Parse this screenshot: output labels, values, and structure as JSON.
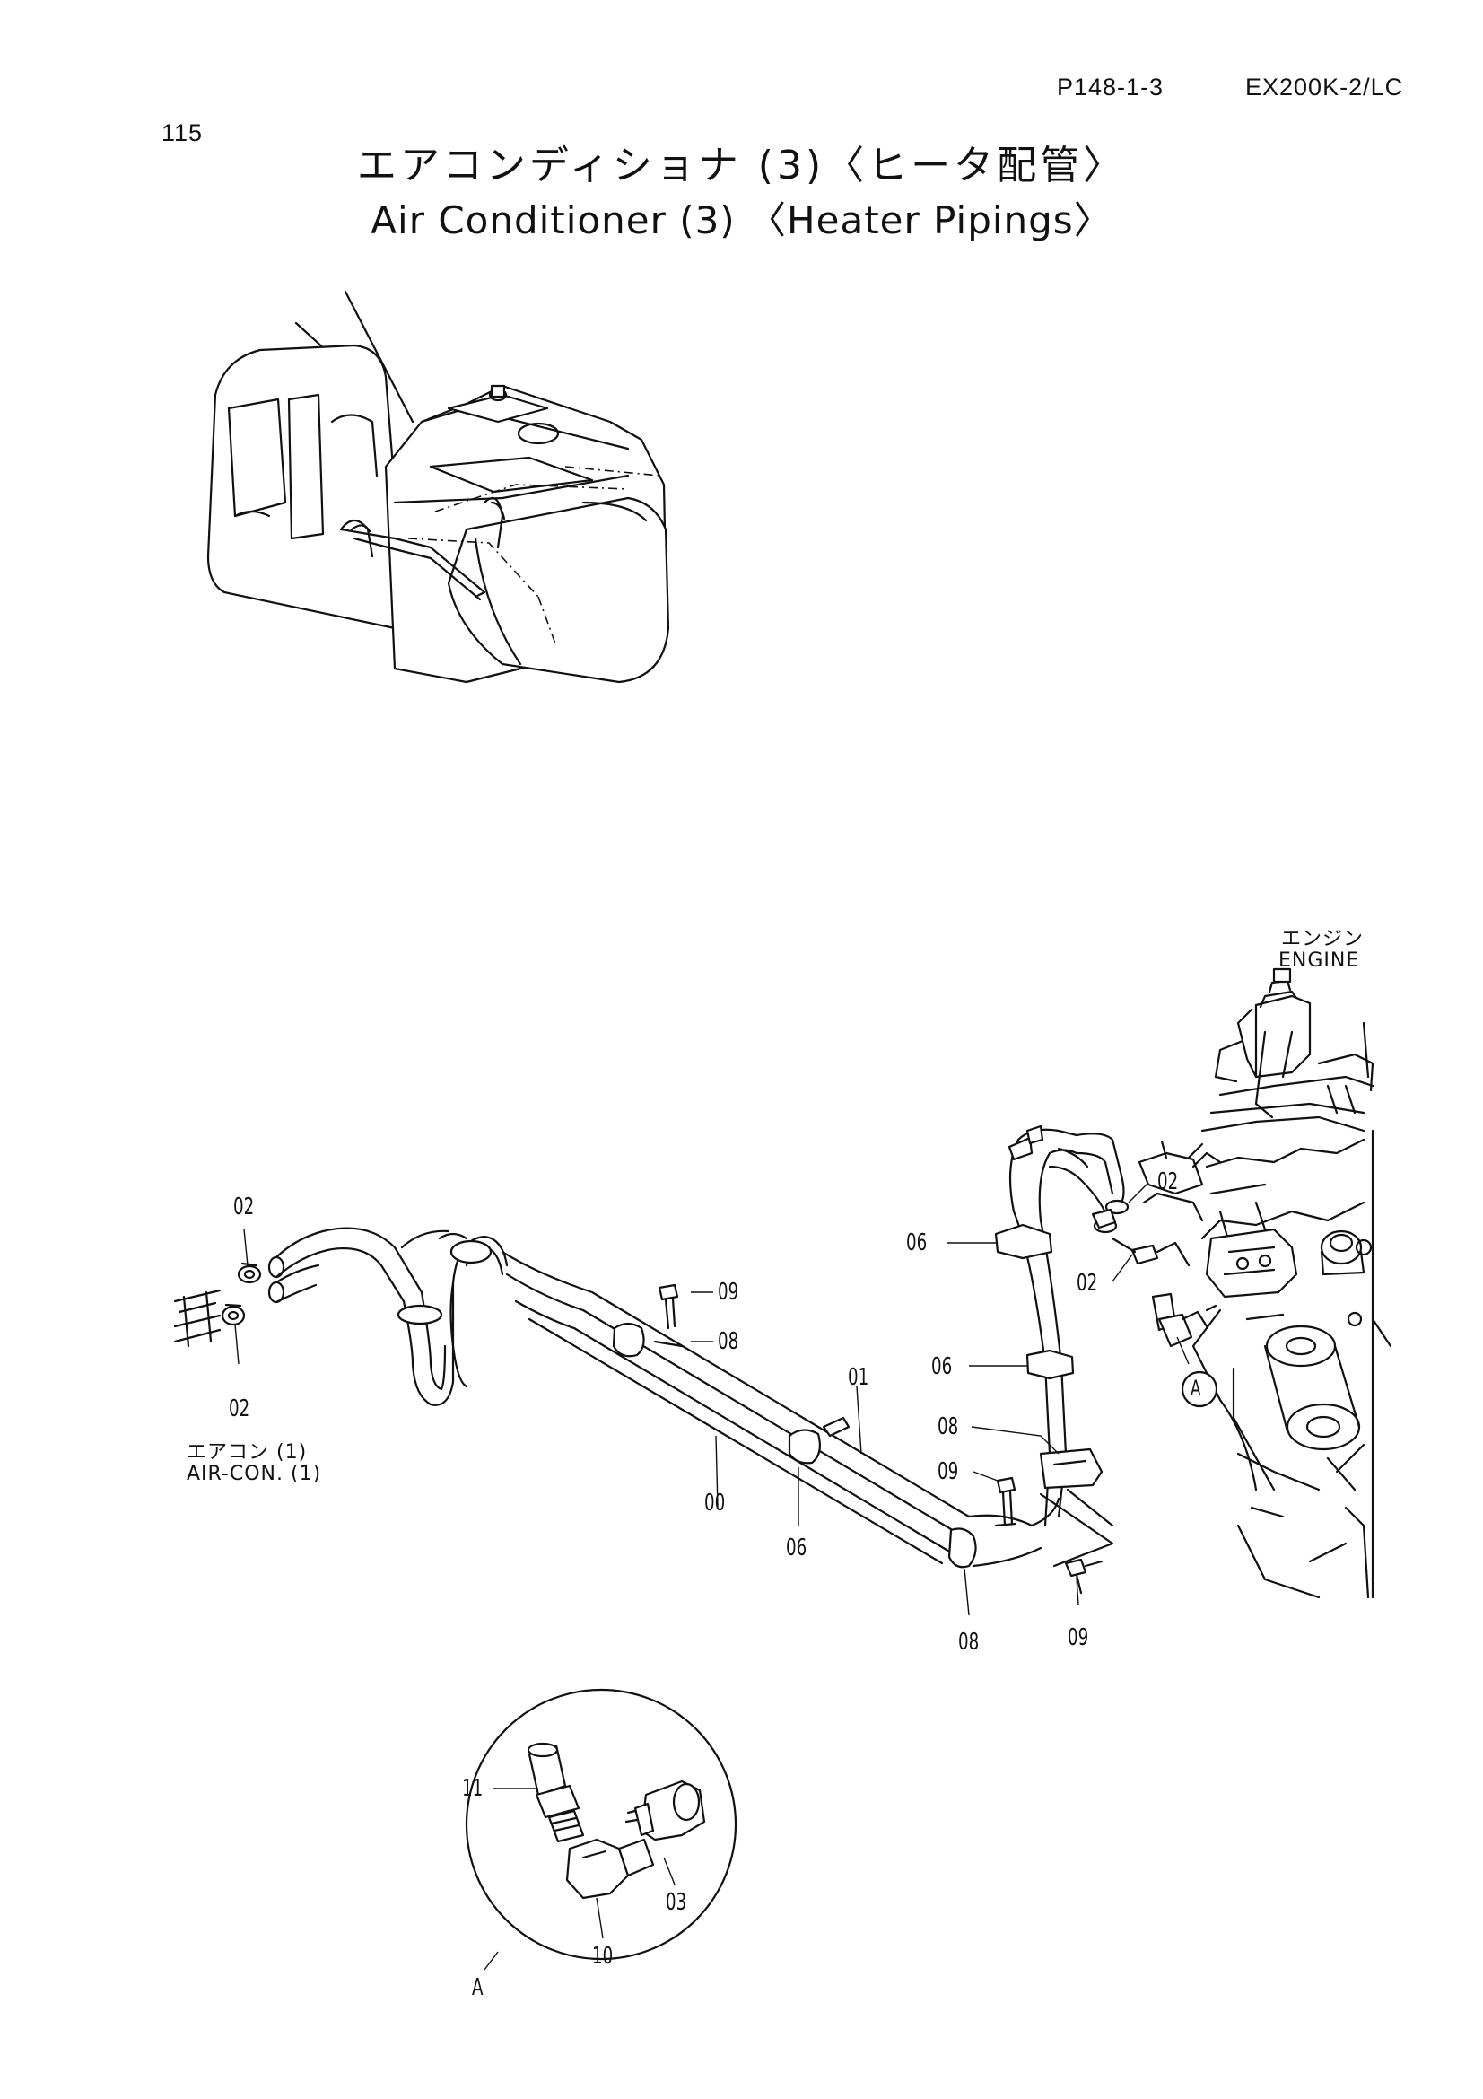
{
  "header": {
    "page_number": "115",
    "page_code": "P148-1-3",
    "model": "EX200K-2/LC"
  },
  "title": {
    "japanese": "エアコンディショナ (3)〈ヒータ配管〉",
    "english": "Air Conditioner (3) 〈Heater Pipings〉"
  },
  "notes": {
    "engine_ja": "エンジン",
    "engine_en": "ENGINE",
    "aircon_ja": "エアコン (1)",
    "aircon_en": "AIR-CON. (1)"
  },
  "callouts": {
    "p02_top_left": "02",
    "p02_bottom_left": "02",
    "p09_mid": "09",
    "p08_mid": "08",
    "p01": "01",
    "p00": "00",
    "p06_lower": "06",
    "p06_upper": "06",
    "p06_middle": "06",
    "p02_right_upper": "02",
    "p02_right_lower": "02",
    "p08_right": "08",
    "p09_right": "09",
    "p08_bottom": "08",
    "p09_bottom": "09",
    "detail_marker": "A",
    "detail_label": "A",
    "p11": "11",
    "p03": "03",
    "p10": "10"
  }
}
